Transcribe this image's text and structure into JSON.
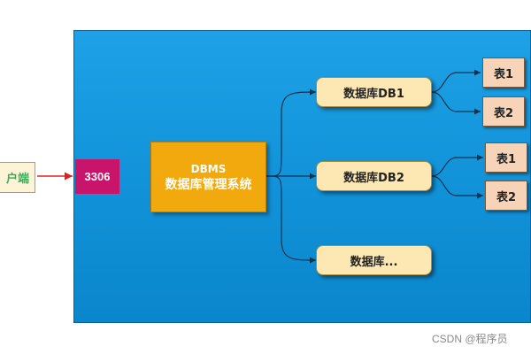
{
  "client_label": "户端",
  "port_label": "3306",
  "dbms": {
    "line1": "DBMS",
    "line2": "数据库管理系统"
  },
  "databases": [
    {
      "label": "数据库DB1",
      "tables": [
        "表1",
        "表2"
      ]
    },
    {
      "label": "数据库DB2",
      "tables": [
        "表1",
        "表2"
      ]
    },
    {
      "label": "数据库..."
    }
  ],
  "watermark": "CSDN @程序员",
  "colors": {
    "panel": "#1192d8",
    "dbms_box": "#f1a90e",
    "port_box": "#c8146a",
    "database_box": "#fde8b4",
    "table_box": "#f7d3b7",
    "client_text": "#2fb35a",
    "client_arrow": "#e02020"
  }
}
